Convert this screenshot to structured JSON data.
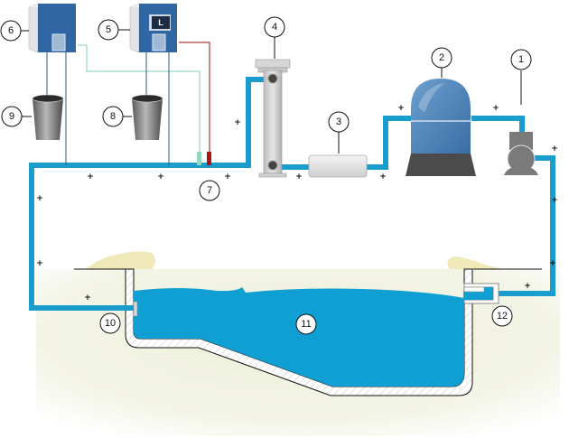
{
  "title": "Swimming pool water treatment circuit",
  "colors": {
    "pipe": "#1a9ccc",
    "water": "#0f9fd2",
    "ground": "#f2f3e2",
    "sand": "#efe8b8",
    "controller_blue": "#2f66a3",
    "sensor_green": "#8fd8c0",
    "sensor_red": "#b0141a",
    "green_wire": "#7fcfb5",
    "red_wire": "#9a0f14",
    "filter_tank": "#4d86bd",
    "pump_grey": "#7a7a7a",
    "uv_grey": "#cfcfcf"
  },
  "components": [
    {
      "id": "1",
      "label": "1",
      "name": "pump"
    },
    {
      "id": "2",
      "label": "2",
      "name": "sand filter"
    },
    {
      "id": "3",
      "label": "3",
      "name": "heater"
    },
    {
      "id": "4",
      "label": "4",
      "name": "UV steriliser"
    },
    {
      "id": "5",
      "label": "5",
      "name": "pH controller",
      "display": "L"
    },
    {
      "id": "6",
      "label": "6",
      "name": "chlorine controller"
    },
    {
      "id": "7",
      "label": "7",
      "name": "sensor probes"
    },
    {
      "id": "8",
      "label": "8",
      "name": "pH corrector container"
    },
    {
      "id": "9",
      "label": "9",
      "name": "chlorine container"
    },
    {
      "id": "10",
      "label": "10",
      "name": "return inlet"
    },
    {
      "id": "11",
      "label": "11",
      "name": "pool basin"
    },
    {
      "id": "12",
      "label": "12",
      "name": "skimmer"
    }
  ],
  "flow_marker": "+"
}
